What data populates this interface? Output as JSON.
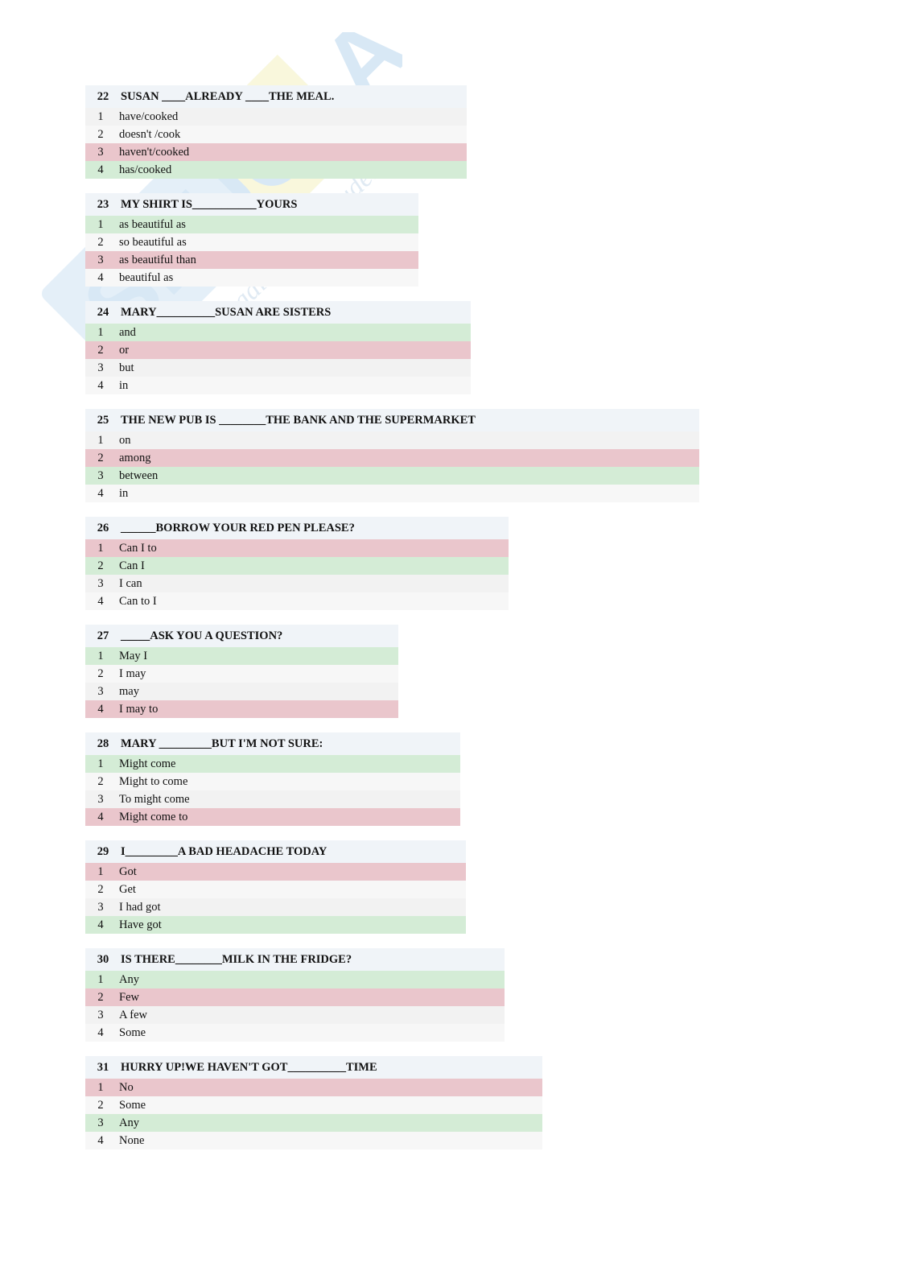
{
  "colors": {
    "correct": "#d4ecd6",
    "wrong": "#eac6cc",
    "header": "#f0f4f8",
    "row": "#f4f4f4"
  },
  "watermark": {
    "logo_text": "SKUOLA.net",
    "tagline": "il paradiso dello studente"
  },
  "questions": [
    {
      "num": "22",
      "text": "SUSAN ____ALREADY ____THE MEAL.",
      "width": 474,
      "options": [
        {
          "num": "1",
          "text": "have/cooked",
          "status": ""
        },
        {
          "num": "2",
          "text": "doesn't /cook",
          "status": ""
        },
        {
          "num": "3",
          "text": "haven't/cooked",
          "status": "wrong"
        },
        {
          "num": "4",
          "text": "has/cooked",
          "status": "correct"
        }
      ]
    },
    {
      "num": "23",
      "text": "MY SHIRT IS___________YOURS",
      "width": 414,
      "options": [
        {
          "num": "1",
          "text": "as beautiful as",
          "status": "correct"
        },
        {
          "num": "2",
          "text": "so beautiful as",
          "status": ""
        },
        {
          "num": "3",
          "text": "as beautiful than",
          "status": "wrong"
        },
        {
          "num": "4",
          "text": "beautiful as",
          "status": ""
        }
      ]
    },
    {
      "num": "24",
      "text": "MARY__________SUSAN ARE SISTERS",
      "width": 479,
      "options": [
        {
          "num": "1",
          "text": "and",
          "status": "correct"
        },
        {
          "num": "2",
          "text": "or",
          "status": "wrong"
        },
        {
          "num": "3",
          "text": "but",
          "status": ""
        },
        {
          "num": "4",
          "text": "in",
          "status": ""
        }
      ]
    },
    {
      "num": "25",
      "text": "THE NEW PUB IS ________THE BANK AND THE SUPERMARKET",
      "width": 763,
      "options": [
        {
          "num": "1",
          "text": "on",
          "status": ""
        },
        {
          "num": "2",
          "text": "among",
          "status": "wrong"
        },
        {
          "num": "3",
          "text": "between",
          "status": "correct"
        },
        {
          "num": "4",
          "text": "in",
          "status": ""
        }
      ]
    },
    {
      "num": "26",
      "text": "______BORROW YOUR RED PEN PLEASE?",
      "width": 526,
      "options": [
        {
          "num": "1",
          "text": "Can I to",
          "status": "wrong"
        },
        {
          "num": "2",
          "text": "Can I",
          "status": "correct"
        },
        {
          "num": "3",
          "text": "I can",
          "status": ""
        },
        {
          "num": "4",
          "text": "Can to I",
          "status": ""
        }
      ]
    },
    {
      "num": "27",
      "text": "_____ASK YOU A QUESTION?",
      "width": 389,
      "options": [
        {
          "num": "1",
          "text": "May I",
          "status": "correct"
        },
        {
          "num": "2",
          "text": "I may",
          "status": ""
        },
        {
          "num": "3",
          "text": "may",
          "status": ""
        },
        {
          "num": "4",
          "text": "I may to",
          "status": "wrong"
        }
      ]
    },
    {
      "num": "28",
      "text": "MARY _________BUT I'M NOT SURE:",
      "width": 466,
      "options": [
        {
          "num": "1",
          "text": "Might come",
          "status": "correct"
        },
        {
          "num": "2",
          "text": "Might to come",
          "status": ""
        },
        {
          "num": "3",
          "text": "To might come",
          "status": ""
        },
        {
          "num": "4",
          "text": "Might come to",
          "status": "wrong"
        }
      ]
    },
    {
      "num": "29",
      "text": "I_________A BAD HEADACHE TODAY",
      "width": 473,
      "options": [
        {
          "num": "1",
          "text": "Got",
          "status": "wrong"
        },
        {
          "num": "2",
          "text": "Get",
          "status": ""
        },
        {
          "num": "3",
          "text": "I had got",
          "status": ""
        },
        {
          "num": "4",
          "text": "Have got",
          "status": "correct"
        }
      ]
    },
    {
      "num": "30",
      "text": "IS THERE________MILK IN THE FRIDGE?",
      "width": 521,
      "options": [
        {
          "num": "1",
          "text": "Any",
          "status": "correct"
        },
        {
          "num": "2",
          "text": "Few",
          "status": "wrong"
        },
        {
          "num": "3",
          "text": "A few",
          "status": ""
        },
        {
          "num": "4",
          "text": "Some",
          "status": ""
        }
      ]
    },
    {
      "num": "31",
      "text": "HURRY UP!WE HAVEN'T GOT__________TIME",
      "width": 568,
      "options": [
        {
          "num": "1",
          "text": "No",
          "status": "wrong"
        },
        {
          "num": "2",
          "text": "Some",
          "status": ""
        },
        {
          "num": "3",
          "text": "Any",
          "status": "correct"
        },
        {
          "num": "4",
          "text": "None",
          "status": ""
        }
      ]
    }
  ]
}
